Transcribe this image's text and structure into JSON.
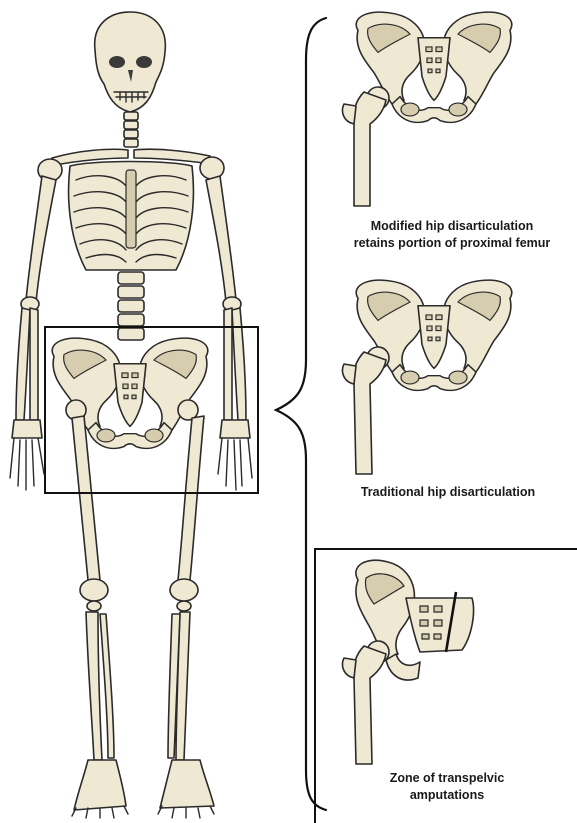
{
  "captions": {
    "modified": {
      "line1": "Modified hip disarticulation",
      "line2": "retains portion of proximal femur"
    },
    "traditional": {
      "line1": "Traditional hip disarticulation"
    },
    "transpelvic": {
      "line1": "Zone of transpelvic",
      "line2": "amputations"
    }
  },
  "colors": {
    "bone": "#efe8d2",
    "bone_shade": "#cfc4a6",
    "outline": "#2b2b2b",
    "frame": "#111111"
  }
}
